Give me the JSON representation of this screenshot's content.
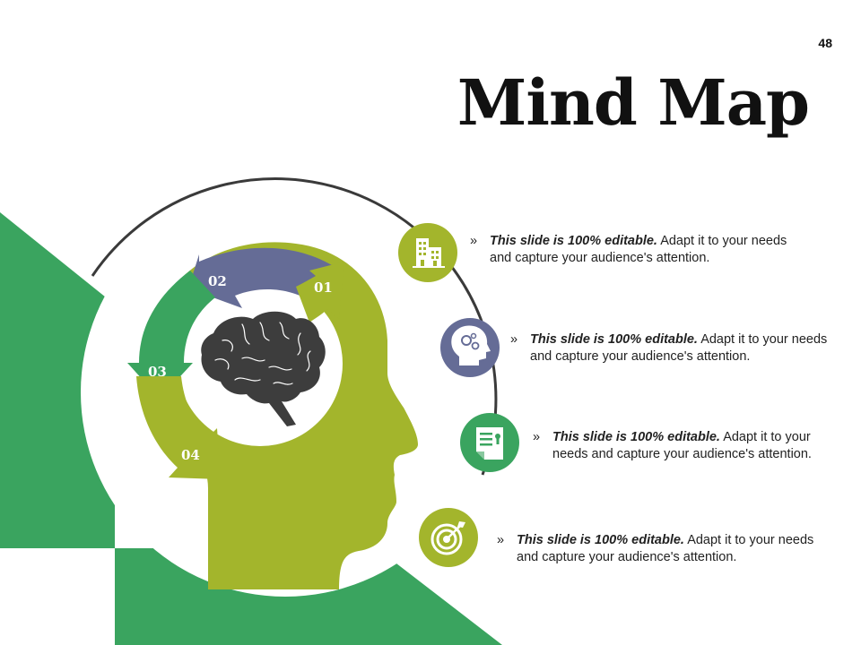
{
  "slide": {
    "page_number": "48",
    "title": "Mind Map"
  },
  "arrows": [
    {
      "label": "01",
      "color": "#a3b52c"
    },
    {
      "label": "02",
      "color": "#656c96"
    },
    {
      "label": "03",
      "color": "#3aa45f"
    },
    {
      "label": "04",
      "color": "#a3b52c"
    }
  ],
  "colors": {
    "green": "#3aa45f",
    "olive": "#a3b52c",
    "slate": "#656c96",
    "brain": "#3d3d3d"
  },
  "items": [
    {
      "icon": "building-icon",
      "marker": "»",
      "bold": "This slide is 100% editable.",
      "text": " Adapt it to your needs and capture your audience's attention."
    },
    {
      "icon": "head-gears-icon",
      "marker": "»",
      "bold": "This slide is 100% editable.",
      "text": " Adapt it to your needs and capture your audience's attention."
    },
    {
      "icon": "certificate-icon",
      "marker": "»",
      "bold": "This slide is 100% editable.",
      "text": " Adapt it to your needs and capture your audience's attention."
    },
    {
      "icon": "target-icon",
      "marker": "»",
      "bold": "This slide is 100% editable.",
      "text": " Adapt it to your needs and capture your audience's attention."
    }
  ]
}
